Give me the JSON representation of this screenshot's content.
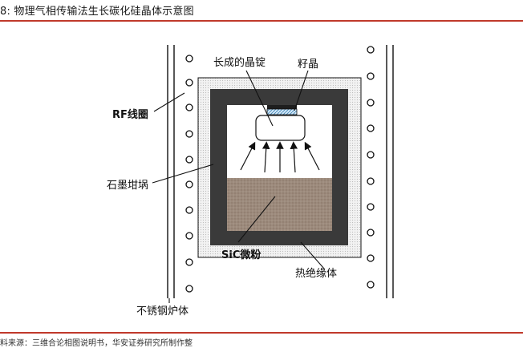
{
  "caption": "8: 物理气相传输法生长碳化硅晶体示意图",
  "source": "料来源：三维合论相图说明书，华安证券研究所制作整",
  "labels": {
    "grown_ingot": "长成的晶锭",
    "seed_crystal": "籽晶",
    "rf_coil": "RF线圈",
    "graphite_crucible": "石墨坩埚",
    "sic_powder": "SiC微粉",
    "thermal_insulator": "热绝缘体",
    "stainless_furnace": "不锈钢炉体"
  },
  "colors": {
    "accent_rule": "#c0392b",
    "crucible": "#3a3a3a",
    "insulator": "#e8e8e8",
    "powder": "#9b8878"
  }
}
